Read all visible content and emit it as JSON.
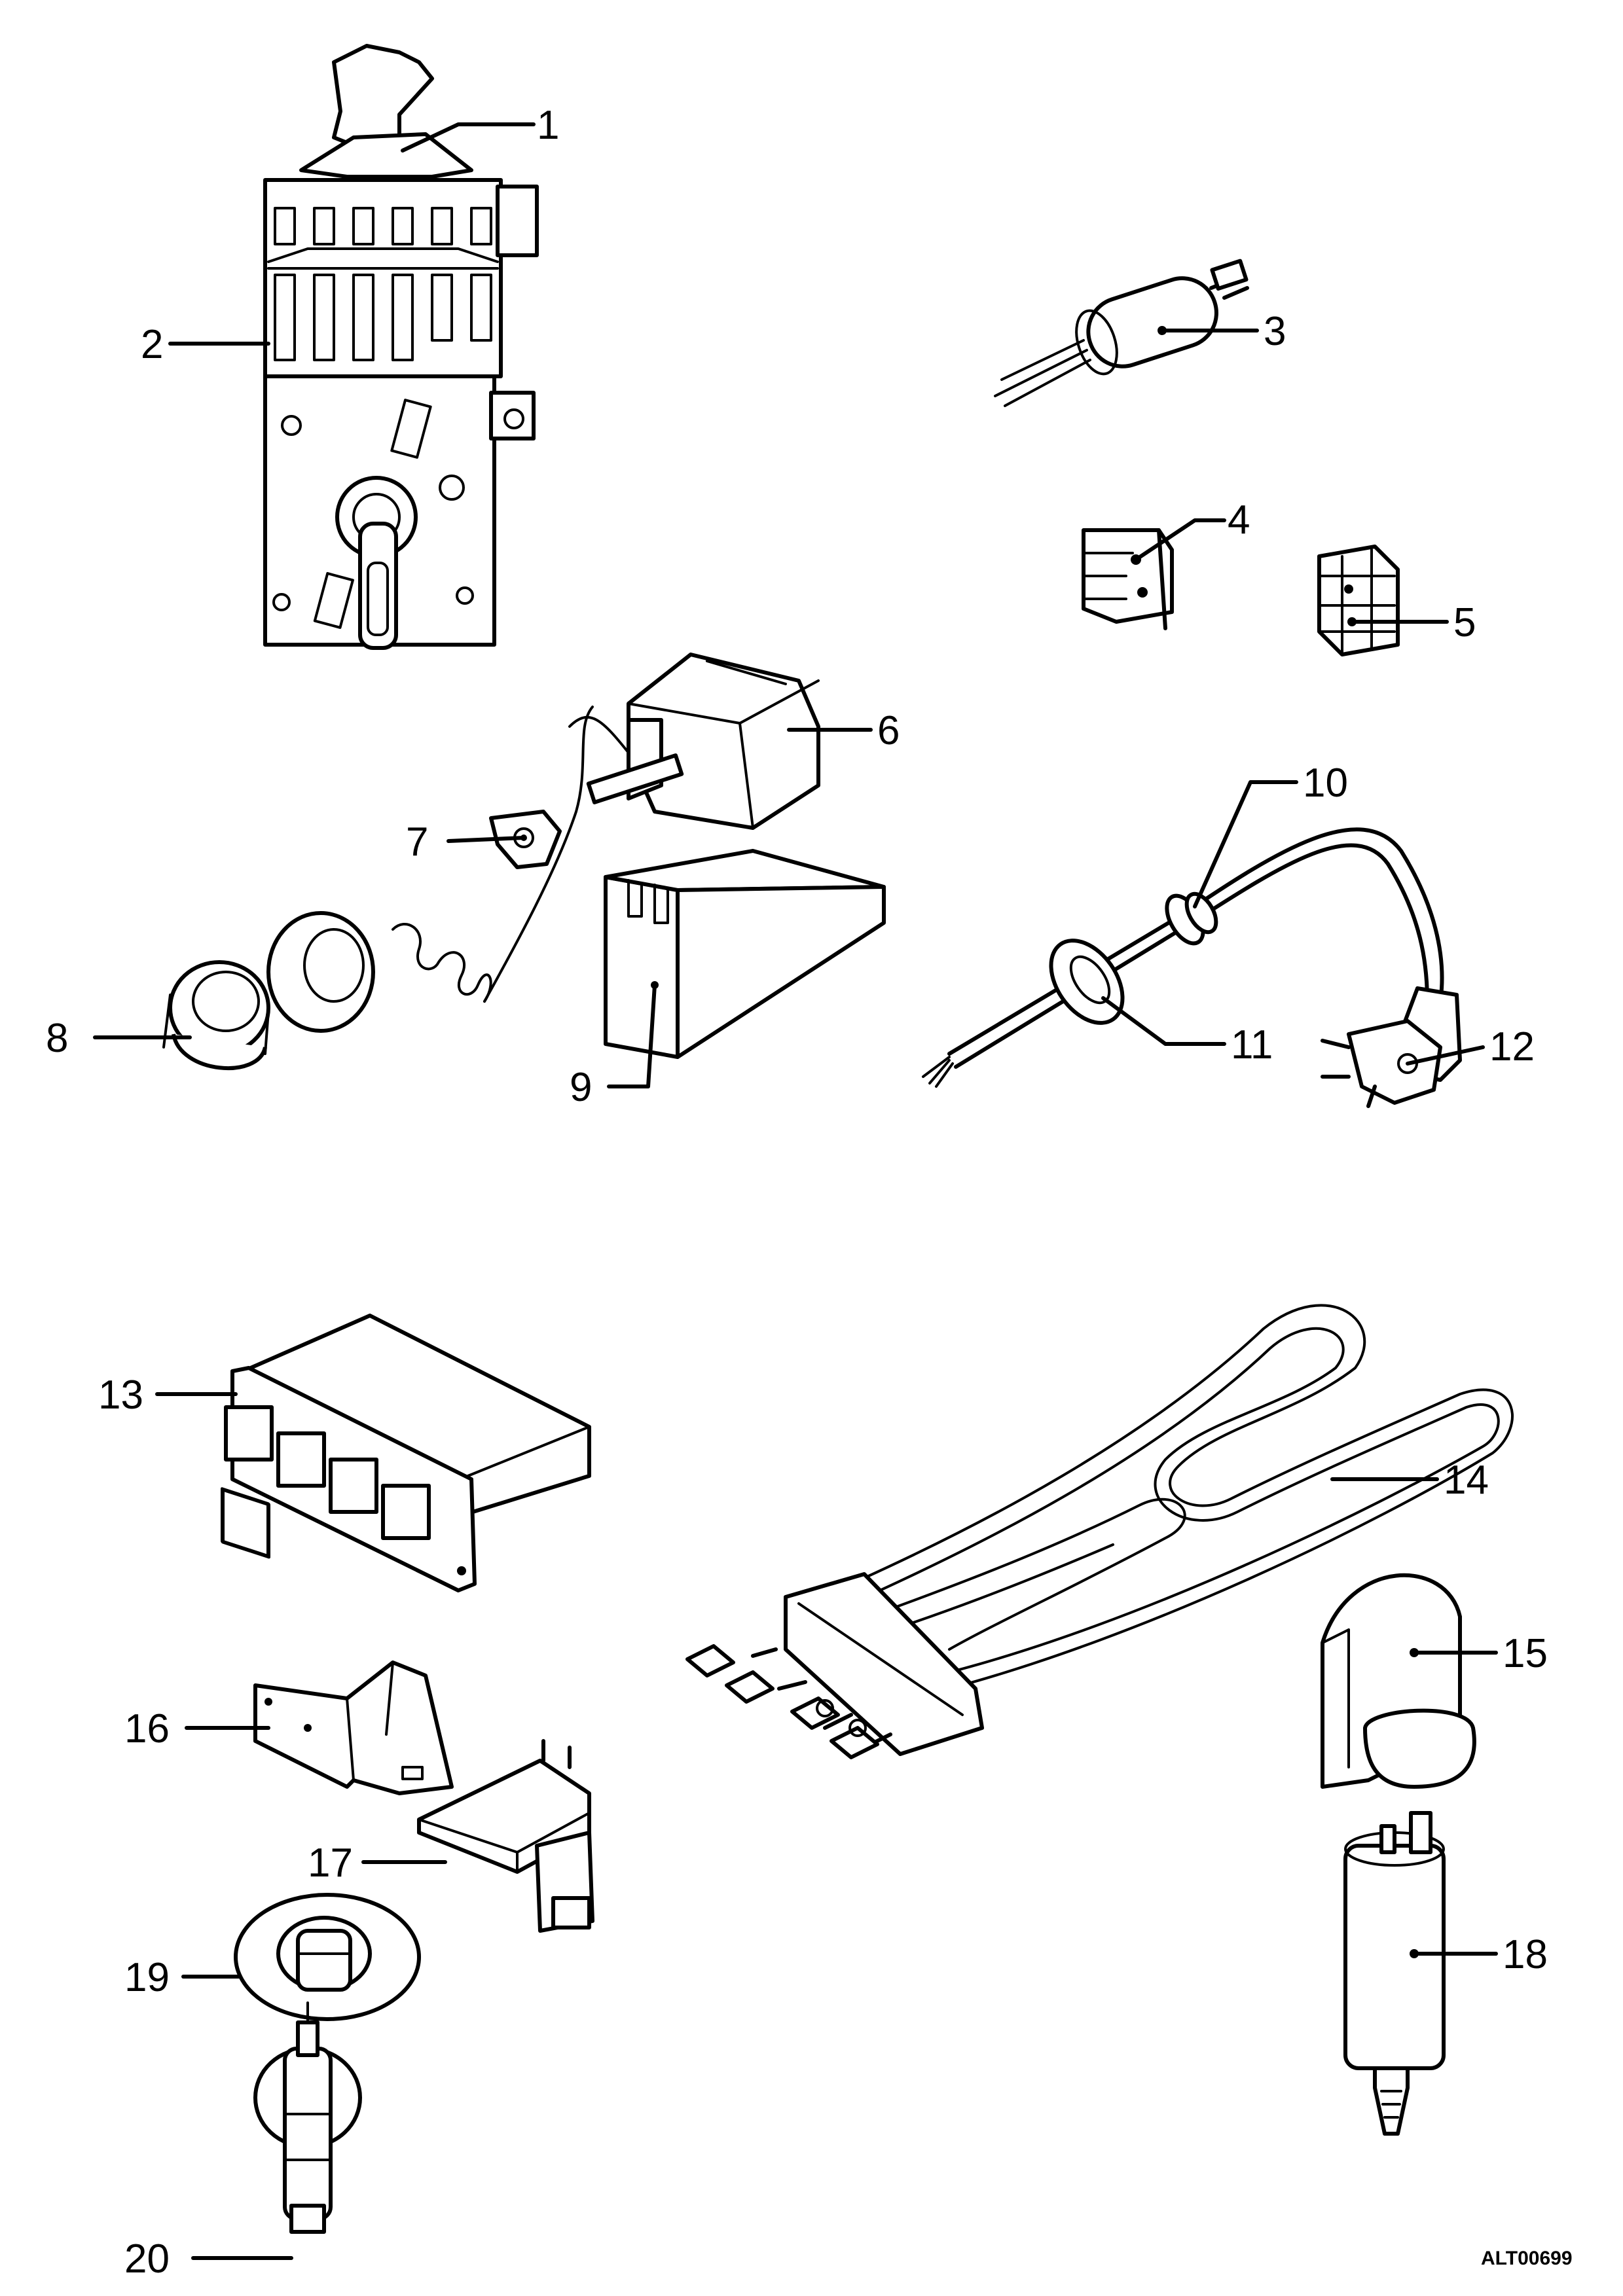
{
  "reference_code": "ALT00699",
  "callouts": [
    {
      "id": 1,
      "label": "1"
    },
    {
      "id": 2,
      "label": "2"
    },
    {
      "id": 3,
      "label": "3"
    },
    {
      "id": 4,
      "label": "4"
    },
    {
      "id": 5,
      "label": "5"
    },
    {
      "id": 6,
      "label": "6"
    },
    {
      "id": 7,
      "label": "7"
    },
    {
      "id": 8,
      "label": "8"
    },
    {
      "id": 9,
      "label": "9"
    },
    {
      "id": 10,
      "label": "10"
    },
    {
      "id": 11,
      "label": "11"
    },
    {
      "id": 12,
      "label": "12"
    },
    {
      "id": 13,
      "label": "13"
    },
    {
      "id": 14,
      "label": "14"
    },
    {
      "id": 15,
      "label": "15"
    },
    {
      "id": 16,
      "label": "16"
    },
    {
      "id": 17,
      "label": "17"
    },
    {
      "id": 18,
      "label": "18"
    },
    {
      "id": 19,
      "label": "19"
    },
    {
      "id": 20,
      "label": "20"
    }
  ]
}
